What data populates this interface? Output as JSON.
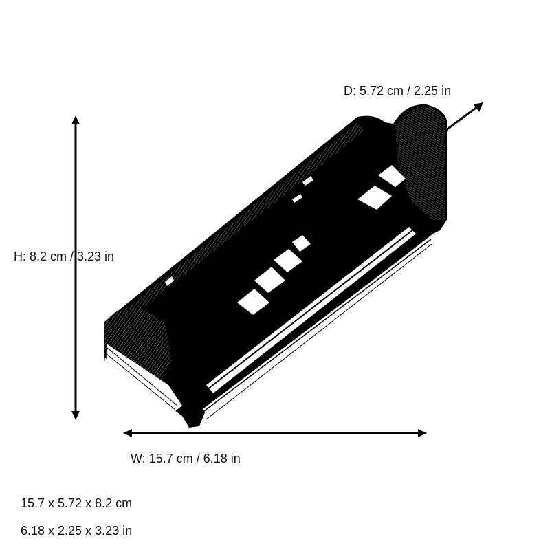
{
  "dimensions": {
    "depth_label": "D: 5.72 cm / 2.25 in",
    "height_label": "H: 8.2 cm / 3.23 in",
    "width_label": "W: 15.7 cm / 6.18 in"
  },
  "summary": {
    "metric": "15.7 x 5.72 x 8.2 cm",
    "imperial": "6.18 x 2.25 x 3.23 in"
  },
  "model": {
    "icon": "wireframe-3d-model",
    "render_style": "black wireframe mesh, isometric view"
  },
  "colors": {
    "background": "#ffffff",
    "ink": "#000000"
  }
}
